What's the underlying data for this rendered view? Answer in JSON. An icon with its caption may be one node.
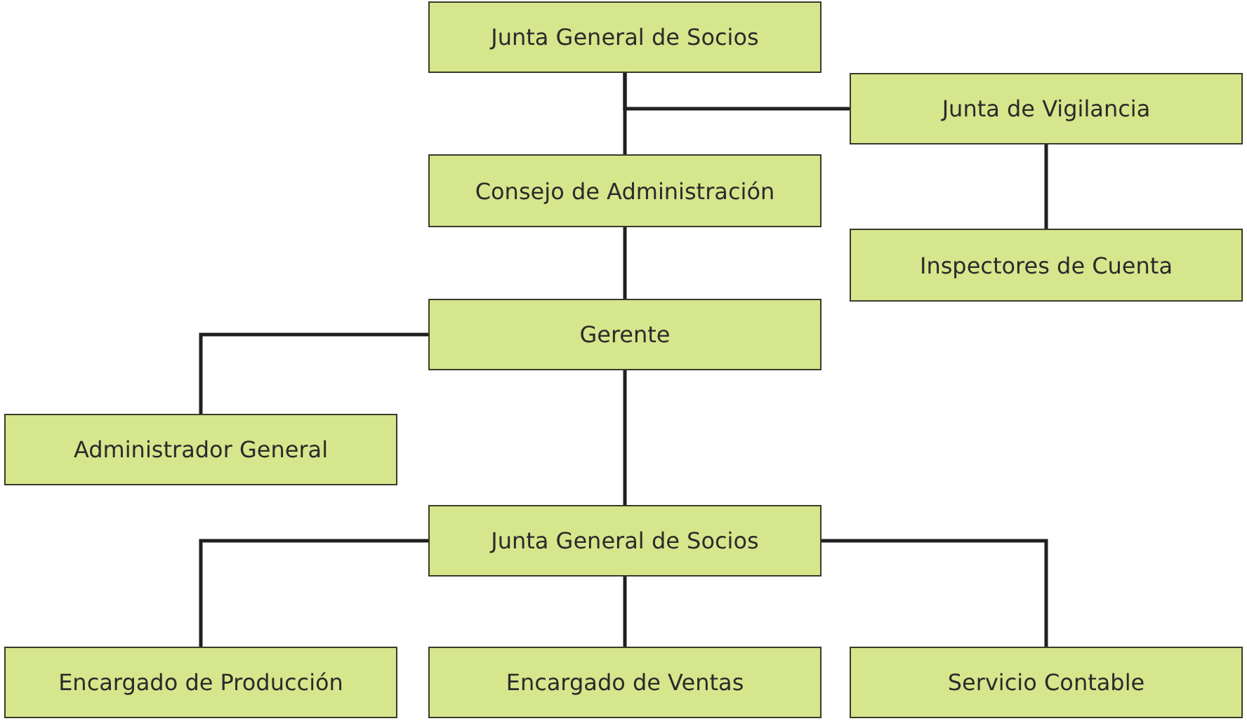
{
  "diagram": {
    "nodes": [
      {
        "text": [
          "Junta General de Socios"
        ]
      },
      {
        "text": [
          "Junta de Vigilancia"
        ]
      },
      {
        "text": [
          "Consejo de Administración"
        ]
      },
      {
        "text": [
          "Inspectores de Cuenta"
        ]
      },
      {
        "text": [
          "Gerente"
        ]
      },
      {
        "text": [
          "Administrador General"
        ]
      },
      {
        "text": [
          "Junta General de Socios"
        ]
      },
      {
        "text": [
          "Encargado de Producción"
        ]
      },
      {
        "text": [
          "Encargado de Ventas"
        ]
      },
      {
        "text": [
          "Servicio Contable"
        ]
      }
    ],
    "edges": [
      {
        "from": 0,
        "to": 2,
        "arrow": "none"
      },
      {
        "from": 0,
        "to": 1,
        "arrow": "none"
      },
      {
        "from": 1,
        "to": 3,
        "arrow": "none"
      },
      {
        "from": 2,
        "to": 4,
        "arrow": "none"
      },
      {
        "from": 4,
        "to": 5,
        "arrow": "none"
      },
      {
        "from": 4,
        "to": 6,
        "arrow": "none"
      },
      {
        "from": 6,
        "to": 7,
        "arrow": "none"
      },
      {
        "from": 6,
        "to": 8,
        "arrow": "none"
      },
      {
        "from": 6,
        "to": 9,
        "arrow": "none"
      }
    ]
  }
}
